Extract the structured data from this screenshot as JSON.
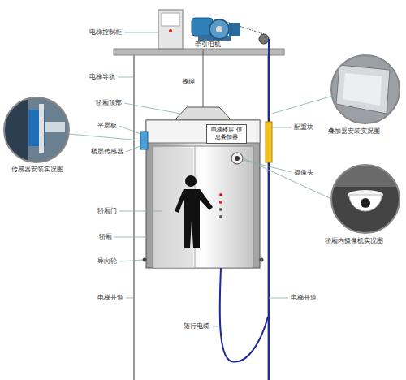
{
  "diagram": {
    "nodes": [
      {
        "text": [
          "电梯楼层 信息叠加器"
        ]
      }
    ],
    "labels": [
      "电梯控制柜",
      "牵引电机",
      "电梯导轨",
      "拽绳",
      "叠加器安装实况图",
      "轿厢顶部",
      "传感器安装实况图",
      "平层板",
      "配重块",
      "楼层传感器",
      "摄像头",
      "轿厢内摄像机实况图",
      "轿厢门",
      "轿厢",
      "导向轮",
      "电梯井道",
      "电梯井道",
      "随行电缆"
    ]
  }
}
